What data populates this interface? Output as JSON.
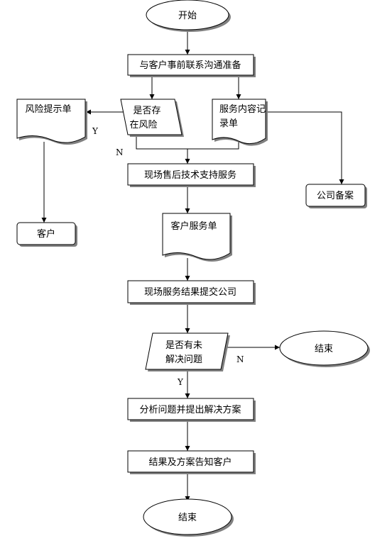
{
  "nodes": {
    "start": "开始",
    "prepare": "与客户事前联系沟通准备",
    "risk_q_line1": "是否存",
    "risk_q_line2": "在风险",
    "risk_doc": "风险提示单",
    "service_record_line1": "服务内容记",
    "service_record_line2": "录单",
    "customer": "客户",
    "onsite": "现场售后技术支持服务",
    "company_file": "公司备案",
    "customer_service_doc": "客户服务单",
    "submit": "现场服务结果提交公司",
    "unsolved_q_line1": "是否有未",
    "unsolved_q_line2": "解决问题",
    "end_right": "结束",
    "analyze": "分析问题并提出解决方案",
    "notify": "结果及方案告知客户",
    "end_bottom": "结束"
  },
  "edge_labels": {
    "risk_yes": "Y",
    "risk_no": "N",
    "unsolved_no": "N",
    "unsolved_yes": "Y"
  }
}
